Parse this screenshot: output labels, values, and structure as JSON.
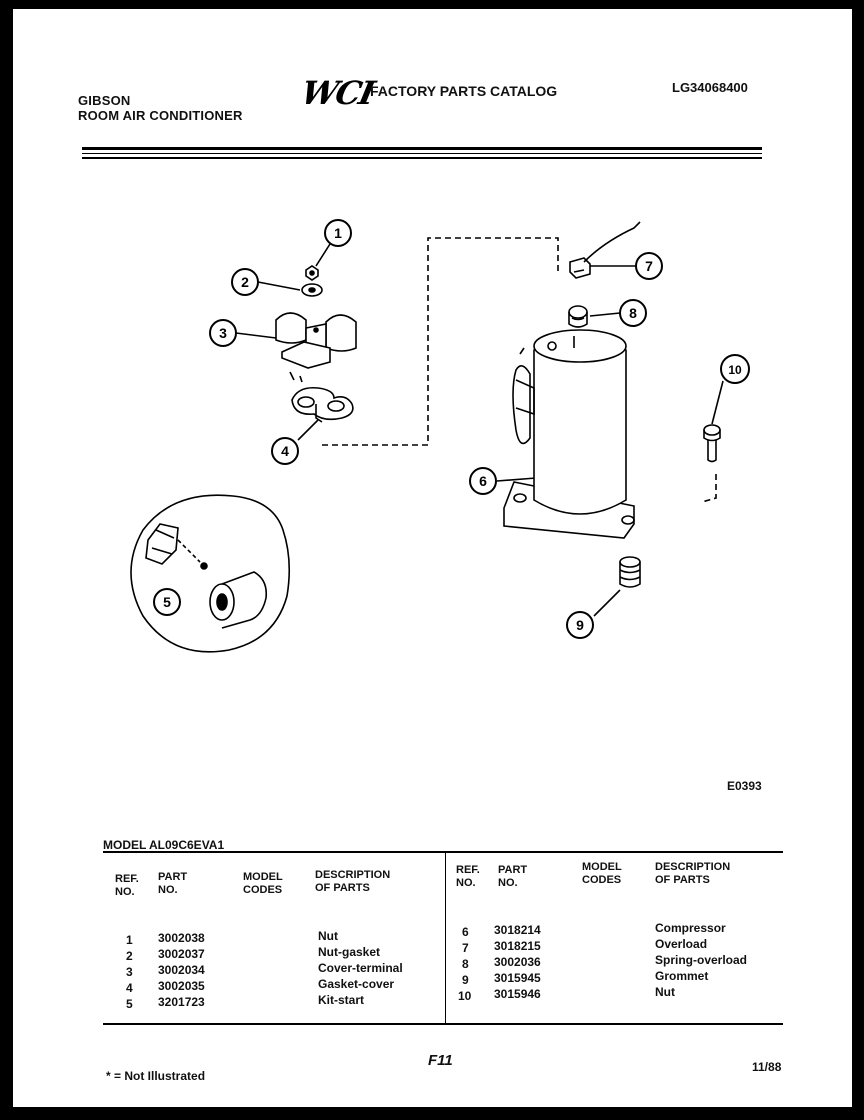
{
  "header": {
    "brand_line1": "GIBSON",
    "brand_line2": "ROOM AIR CONDITIONER",
    "logo": "WCI",
    "catalog_title": "FACTORY PARTS CATALOG",
    "doc_number": "LG34068400"
  },
  "diagram": {
    "callouts": [
      "1",
      "2",
      "3",
      "4",
      "5",
      "6",
      "7",
      "8",
      "9",
      "10"
    ],
    "figure_code": "E0393"
  },
  "table": {
    "model_label": "MODEL AL09C6EVA1",
    "headers": {
      "ref": "REF.\nNO.",
      "part": "PART\nNO.",
      "codes": "MODEL\nCODES",
      "desc": "DESCRIPTION\nOF PARTS"
    },
    "left_rows": [
      {
        "ref": "1",
        "part": "3002038",
        "desc": "Nut"
      },
      {
        "ref": "2",
        "part": "3002037",
        "desc": "Nut-gasket"
      },
      {
        "ref": "3",
        "part": "3002034",
        "desc": "Cover-terminal"
      },
      {
        "ref": "4",
        "part": "3002035",
        "desc": "Gasket-cover"
      },
      {
        "ref": "5",
        "part": "3201723",
        "desc": "Kit-start"
      }
    ],
    "right_rows": [
      {
        "ref": "6",
        "part": "3018214",
        "desc": "Compressor"
      },
      {
        "ref": "7",
        "part": "3018215",
        "desc": "Overload"
      },
      {
        "ref": "8",
        "part": "3002036",
        "desc": "Spring-overload"
      },
      {
        "ref": "9",
        "part": "3015945",
        "desc": "Grommet"
      },
      {
        "ref": "10",
        "part": "3015946",
        "desc": "Nut"
      }
    ]
  },
  "footer": {
    "footnote": "* = Not Illustrated",
    "page_code": "F11",
    "date": "11/88"
  }
}
